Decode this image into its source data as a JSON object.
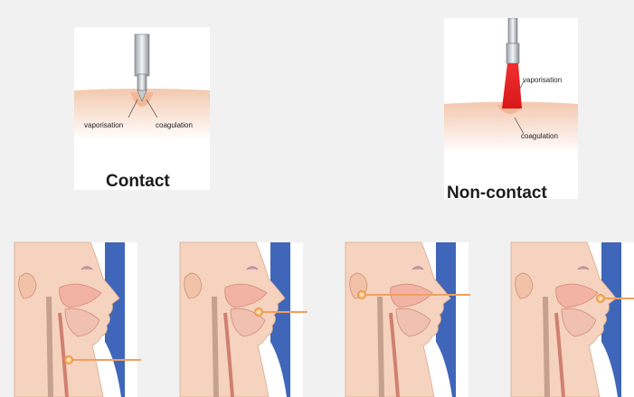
{
  "contact": {
    "caption": "Contact",
    "label_left": "vaporisation",
    "label_right": "coagulation"
  },
  "non_contact": {
    "caption": "Non-contact",
    "label_top": "vaporisation",
    "label_bottom": "coagulation"
  },
  "colors": {
    "background": "#f1f1f1",
    "panel": "#ffffff",
    "scene_blue": "#3f66b8",
    "skin": "#f6d3bf",
    "laser_red": "#e02020",
    "pointer_orange": "#f0a060"
  },
  "scenes": [
    {
      "target": "larynx"
    },
    {
      "target": "oral-cavity"
    },
    {
      "target": "ear"
    },
    {
      "target": "nasal-cavity"
    }
  ]
}
